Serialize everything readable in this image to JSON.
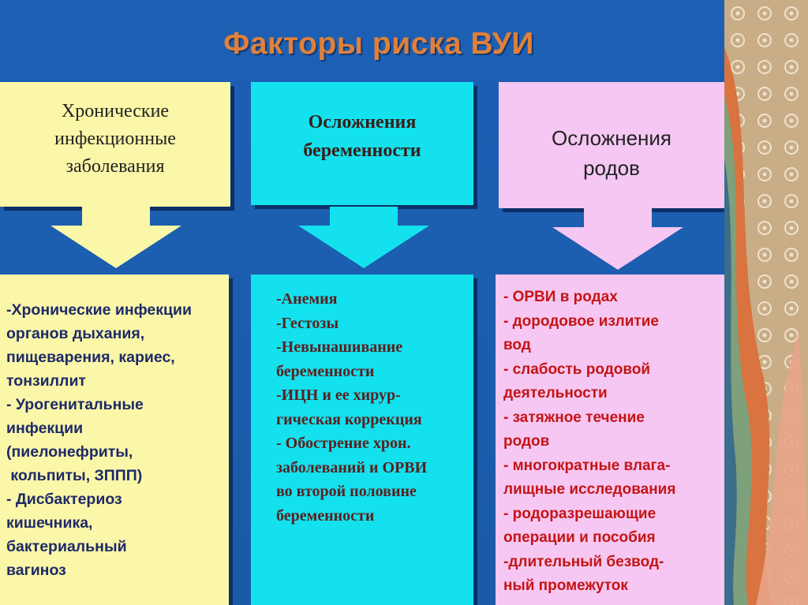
{
  "slide": {
    "title": "Факторы риска ВУИ",
    "colors": {
      "background": "#1d60b4",
      "title": "#e0803a",
      "yellow": "#fbf7a8",
      "cyan": "#13e2ee",
      "pink": "#f6c7f2",
      "list1_text": "#1e2a68",
      "list2_text": "#5a2020",
      "list3_text": "#c41414"
    },
    "columns": [
      {
        "heading": "Хронические\nинфекционные\nзаболевания",
        "items": [
          "-Хронические инфекции",
          "органов дыхания,",
          "пищеварения, кариес,",
          "тонзиллит",
          "- Урогенитальные",
          "инфекции",
          "(пиелонефриты,",
          " кольпиты, ЗППП)",
          "- Дисбактериоз",
          "кишечника,",
          "бактериальный",
          "вагиноз"
        ]
      },
      {
        "heading": "Осложнения\nбеременности",
        "items": [
          "-Анемия",
          "-Гестозы",
          "-Невынашивание",
          "беременности",
          "-ИЦН и ее хирур-",
          "гическая коррекция",
          "- Обострение хрон.",
          "заболеваний и ОРВИ",
          "во второй половине",
          "беременности"
        ]
      },
      {
        "heading": "Осложнения\nродов",
        "items": [
          "- ОРВИ в родах",
          "- дородовое излитие",
          "вод",
          "- слабость родовой",
          "деятельности",
          "- затяжное течение",
          "родов",
          "- многократные влага-",
          "лищные исследования",
          "- родоразрешающие",
          "операции и пособия",
          "-длительный безвод-",
          "ный промежуток"
        ]
      }
    ]
  }
}
